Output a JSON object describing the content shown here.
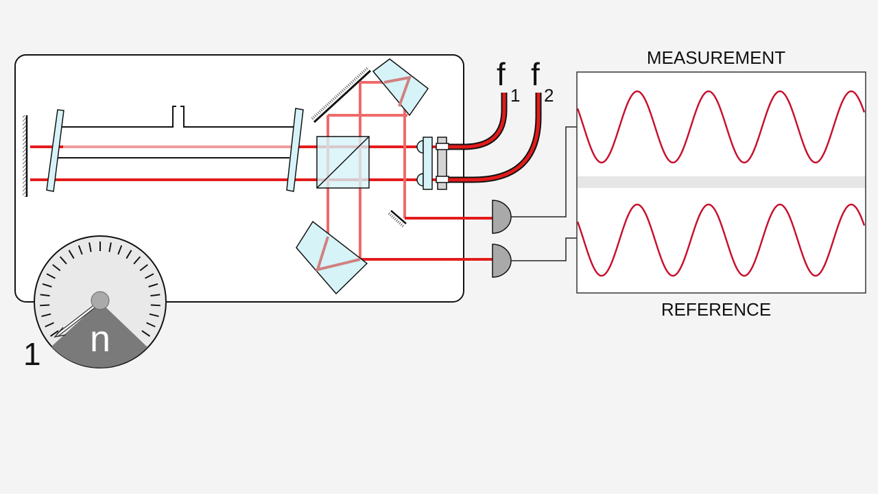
{
  "labels": {
    "measurement": "MEASUREMENT",
    "reference": "REFERENCE",
    "f1_main": "f",
    "f1_sub": "1",
    "f2_main": "f",
    "f2_sub": "2",
    "gauge_symbol": "n",
    "gauge_value": "1"
  },
  "colors": {
    "beam": "#e31b1b",
    "beam_pale": "#f08a8a",
    "optic_glass": "#d6f3f8",
    "gauge_face": "#e9e9e9",
    "gauge_sector": "#7a7a7a",
    "detector": "#a9a9a9",
    "signal": "#c8102e",
    "background": "#f4f4f4"
  },
  "signals": {
    "measurement_cycles": 4,
    "reference_cycles": 4
  }
}
